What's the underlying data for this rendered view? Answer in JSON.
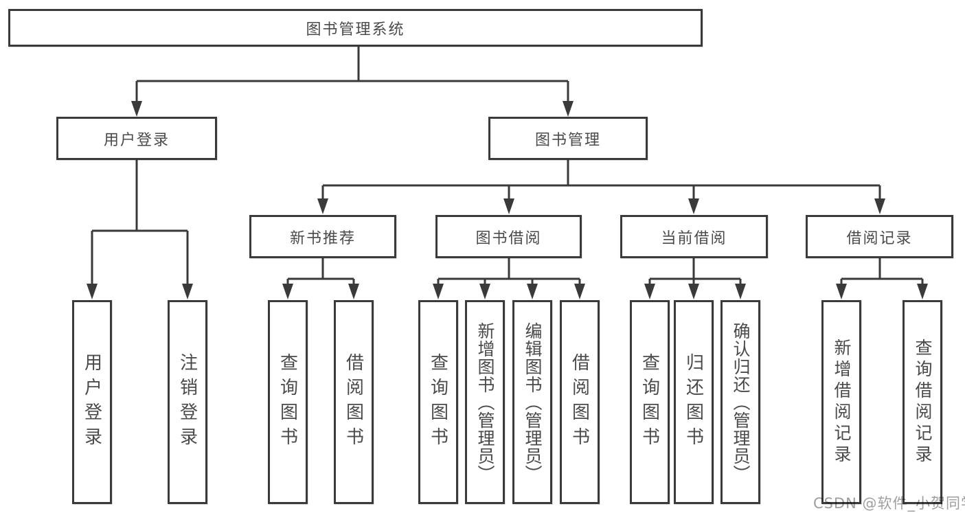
{
  "diagram_title": "图书管理系统",
  "tree": {
    "root": {
      "label": "图书管理系统"
    },
    "children": [
      {
        "label": "用户登录",
        "children": [
          {
            "label": "用户登录"
          },
          {
            "label": "注销登录"
          }
        ]
      },
      {
        "label": "图书管理",
        "children": [
          {
            "label": "新书推荐",
            "children": [
              {
                "label": "查询图书"
              },
              {
                "label": "借阅图书"
              }
            ]
          },
          {
            "label": "图书借阅",
            "children": [
              {
                "label": "查询图书"
              },
              {
                "label": "新增图书（管理员）"
              },
              {
                "label": "编辑图书（管理员）"
              },
              {
                "label": "借阅图书"
              }
            ]
          },
          {
            "label": "当前借阅",
            "children": [
              {
                "label": "查询图书"
              },
              {
                "label": "归还图书"
              },
              {
                "label": "确认归还（管理员）"
              }
            ]
          },
          {
            "label": "借阅记录",
            "children": [
              {
                "label": "新增借阅记录"
              },
              {
                "label": "查询借阅记录"
              }
            ]
          }
        ]
      }
    ]
  },
  "watermark": {
    "text": "CSDN @软件_小贺同学"
  },
  "colors": {
    "line": "#3a3a3a",
    "box_border": "#3a3a3a",
    "text": "#4a4a4a",
    "watermark": "#9e9e9e",
    "background": "#ffffff"
  }
}
